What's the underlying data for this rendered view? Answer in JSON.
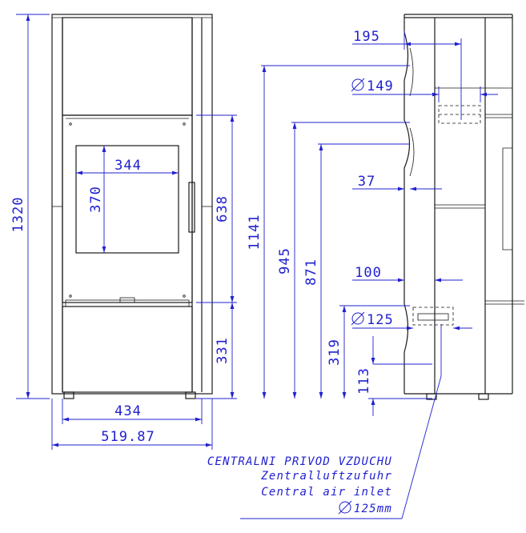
{
  "front_view": {
    "total_height": "1320",
    "glass_width": "344",
    "glass_height": "370",
    "door_height": "638",
    "base_height": "331",
    "inner_width": "434",
    "outer_width": "519.87"
  },
  "side_view": {
    "top_depth": "195",
    "flue_diameter": "149",
    "flue_height": "1141",
    "upper_height": "945",
    "mid_height": "871",
    "offset": "37",
    "air_inlet_offset": "100",
    "air_inlet_diameter": "125",
    "air_inlet_height": "319",
    "air_duct_height": "113"
  },
  "air_note": {
    "line1": "CENTRALNI PRIVOD VZDUCHU",
    "line2": "Zentralluftzufuhr",
    "line3": "Central air inlet",
    "line4": "125mm"
  },
  "colors": {
    "dimension": "#2020d0",
    "outline": "#1a1a1a"
  }
}
